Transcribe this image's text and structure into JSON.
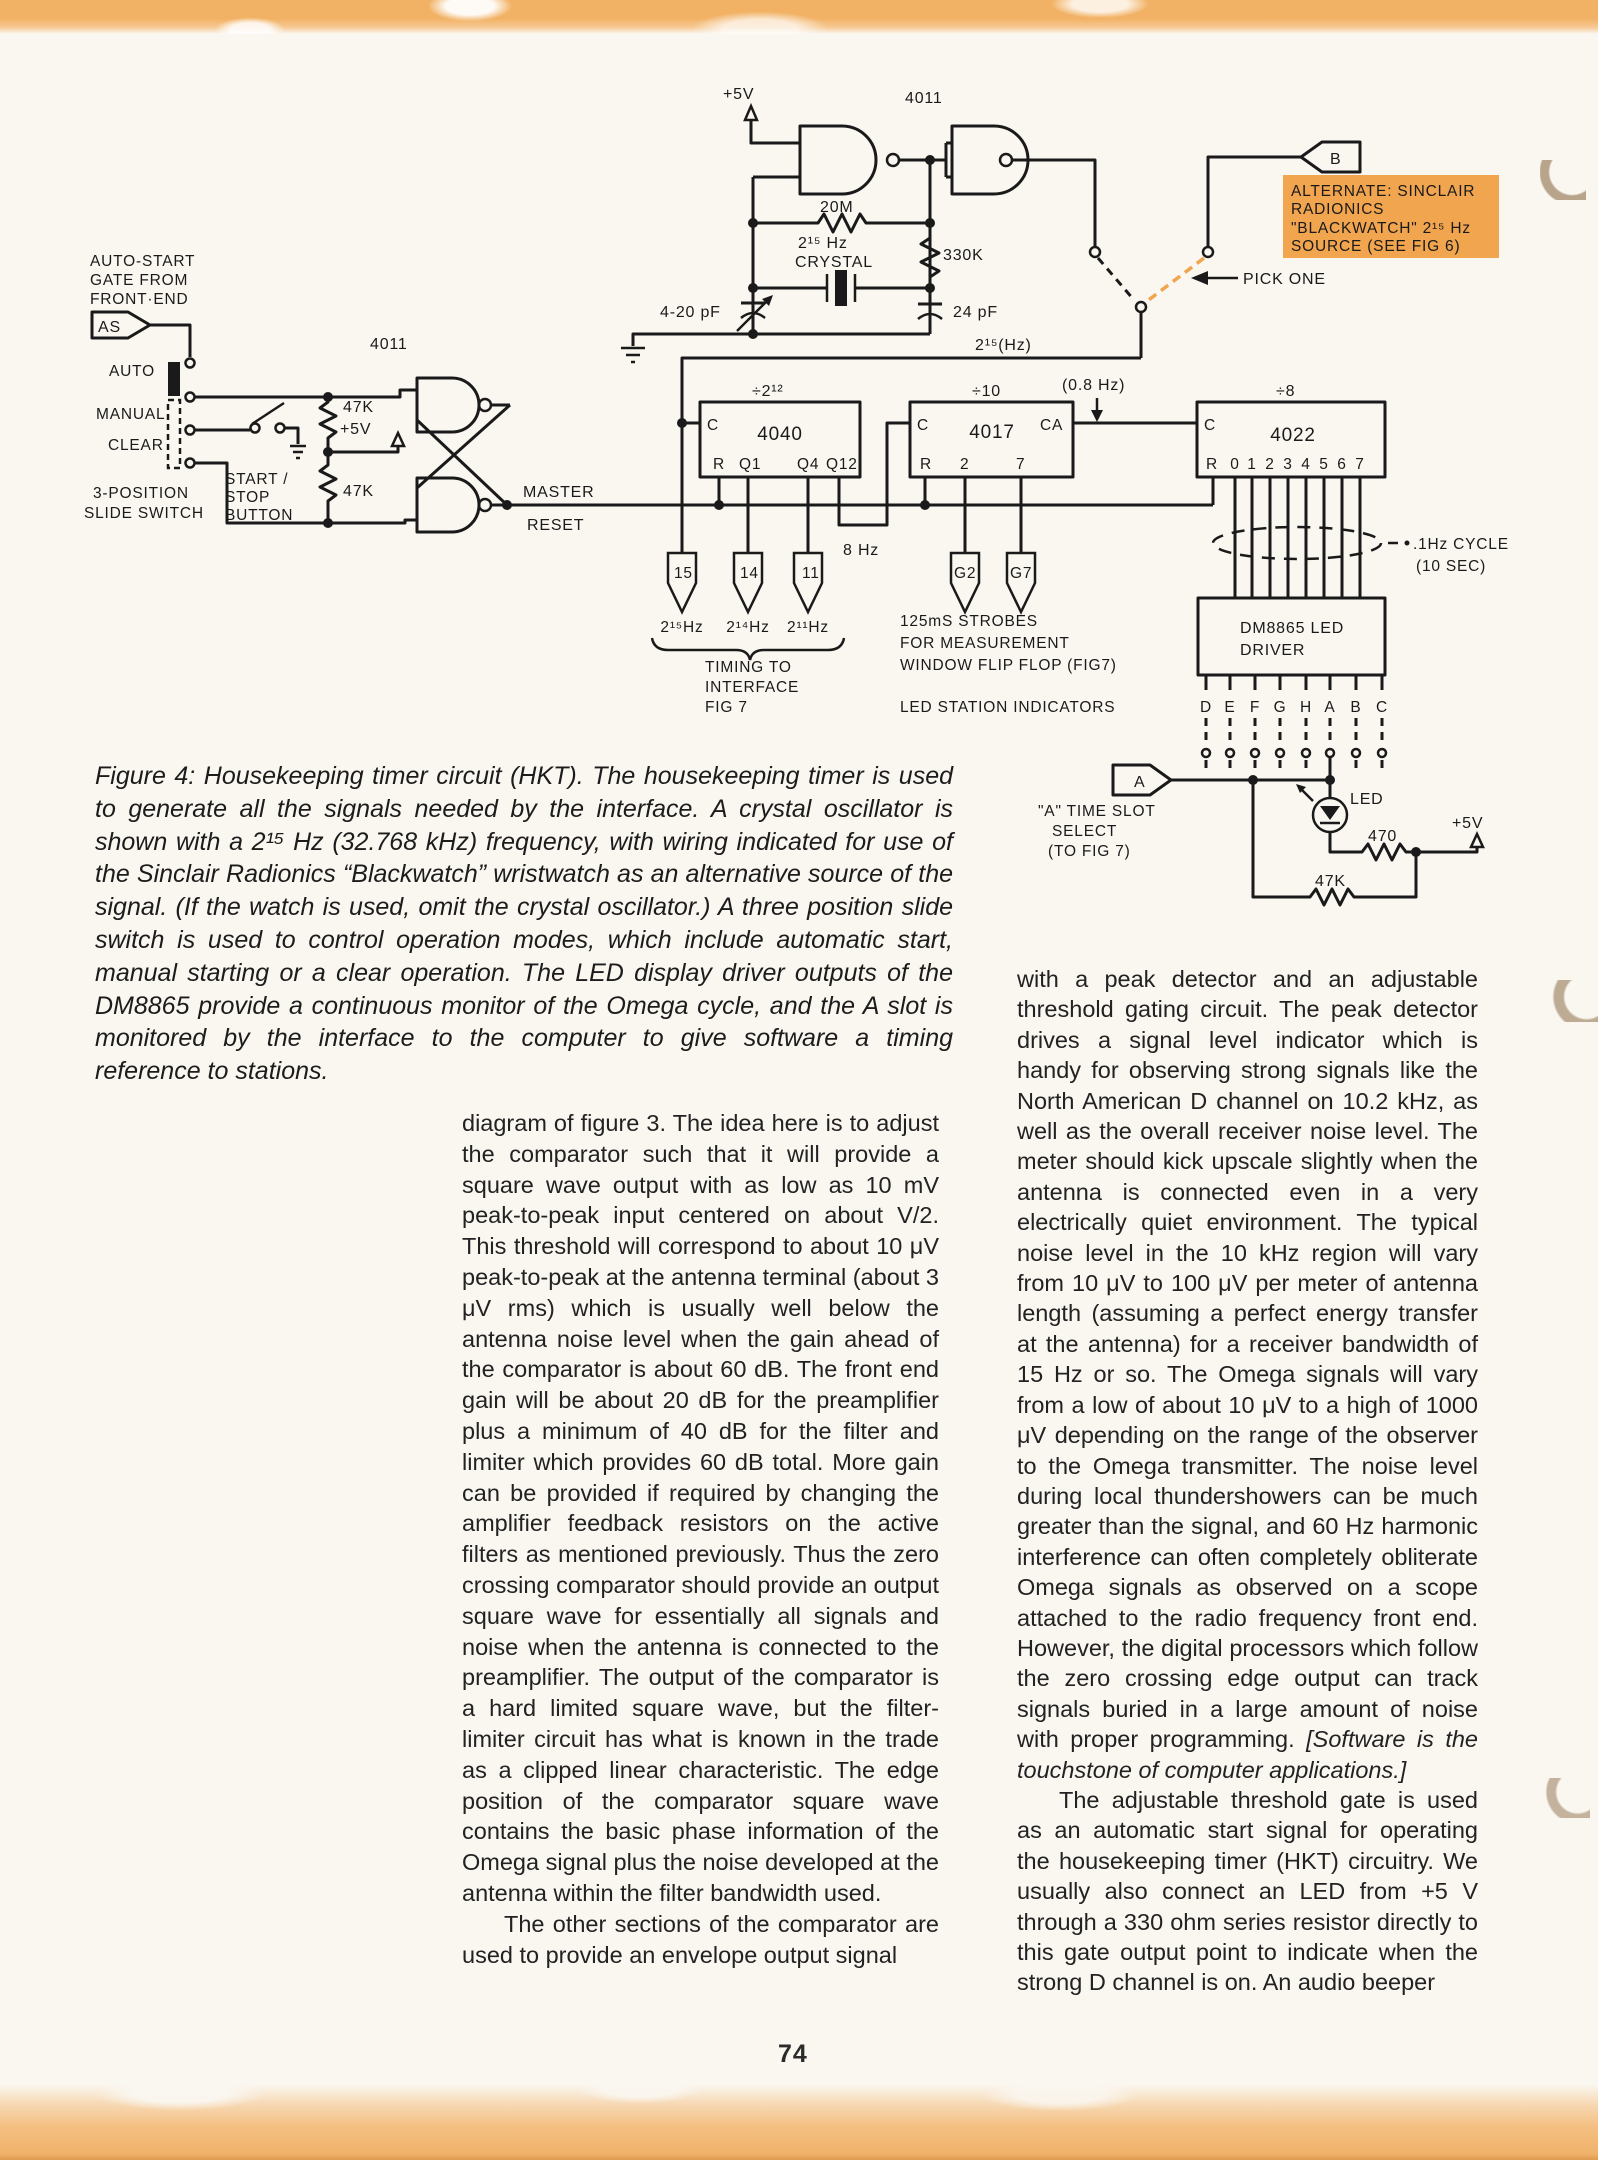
{
  "page": {
    "number": "74"
  },
  "colors": {
    "paper": "#faf7f1",
    "ink": "#1a1a1a",
    "highlight_orange": "#f2a54f",
    "edge_band_orange": "#f2b265"
  },
  "figure": {
    "caption": "Figure 4: Housekeeping timer circuit (HKT). The housekeeping timer is used to generate all the signals needed by the interface. A crystal oscillator is shown with a 2¹⁵ Hz (32.768 kHz) frequency, with wiring indicated for use of the Sinclair Radionics “Blackwatch” wristwatch as an alternative source of the signal. (If the watch is used, omit the crystal oscillator.) A three position slide switch is used to control operation modes, which include automatic start, manual starting or a clear operation. The LED display driver outputs of the DM8865 provide a continuous monitor of the Omega cycle, and the A slot is monitored by the interface to the computer to give software a timing reference to stations."
  },
  "schematic": {
    "labels": {
      "plus5v_osc": "+5V",
      "ic4011_osc": "4011",
      "r20m": "20M",
      "xtal_freq": "2¹⁵ Hz",
      "xtal": "CRYSTAL",
      "r330k": "330K",
      "trim": "4-20 pF",
      "c24": "24 pF",
      "flag_b": "B",
      "alt1": "ALTERNATE: SINCLAIR",
      "alt2": "RADIONICS",
      "alt3": "\"BLACKWATCH\" 2¹⁵ Hz",
      "alt4": "SOURCE (SEE FIG 6)",
      "pick_one": "PICK ONE",
      "bus_freq": "2¹⁵(Hz)",
      "as1": "AUTO-START",
      "as2": "GATE FROM",
      "as3": "FRONT·END",
      "flag_as": "AS",
      "auto": "AUTO",
      "manual": "MANUAL",
      "clear": "CLEAR",
      "r47k_a": "47K",
      "plus5v_sw": "+5V",
      "r47k_b": "47K",
      "sw1": "3-POSITION",
      "sw2": "SLIDE SWITCH",
      "btn1": "START /",
      "btn2": "STOP",
      "btn3": "BUTTON",
      "ic4011_latch": "4011",
      "master": "MASTER",
      "reset": "RESET",
      "div4040": "÷2¹²",
      "ic4040": "4040",
      "c4040": "C",
      "r4040": "R",
      "q1": "Q1",
      "q4": "Q4",
      "q12": "Q12",
      "div4017": "÷10",
      "ic4017": "4017",
      "c4017": "C",
      "ca": "CA",
      "r4017": "R",
      "p2": "2",
      "p7": "7",
      "hz8": "8 Hz",
      "hz08": "(0.8 Hz)",
      "div4022": "÷8",
      "ic4022": "4022",
      "c4022": "C",
      "r4022": "R",
      "digits": [
        "0",
        "1",
        "2",
        "3",
        "4",
        "5",
        "6",
        "7"
      ],
      "tag15": "15",
      "tag14": "14",
      "tag11": "11",
      "f15": "2¹⁵Hz",
      "f14": "2¹⁴Hz",
      "f11": "2¹¹Hz",
      "tim1": "TIMING TO",
      "tim2": "INTERFACE",
      "tim3": "FIG 7",
      "tagg2": "G2",
      "tagg7": "G7",
      "str1": "125mS  STROBES",
      "str2": "FOR MEASUREMENT",
      "str3": "WINDOW FLIP FLOP (FIG7)",
      "led_station": "LED STATION INDICATORS",
      "cyc1": ".1Hz CYCLE",
      "cyc2": "(10 SEC)",
      "dm1": "DM8865 LED",
      "dm2": "DRIVER",
      "led_pins": [
        "D",
        "E",
        "F",
        "G",
        "H",
        "A",
        "B",
        "C"
      ],
      "flag_a": "A",
      "slot1": "\"A\" TIME SLOT",
      "slot2": "SELECT",
      "slot3": "(TO FIG 7)",
      "led": "LED",
      "r470": "470",
      "plus5v_led": "+5V",
      "r47k_led": "47K"
    }
  },
  "body": {
    "left": {
      "para1": "diagram of figure 3. The idea here is to adjust the comparator such that it will provide a square wave output with as low as 10 mV peak-to-peak input centered on about V/2. This threshold will correspond to about 10 μV peak-to-peak at the antenna terminal (about 3 μV rms) which is usually well below the antenna noise level when the gain ahead of the comparator is about 60 dB. The front end gain will be about 20 dB for the preamplifier plus a minimum of 40 dB for the filter and limiter which provides 60 dB total. More gain can be provided if required by changing the amplifier feedback resistors on the active filters as mentioned previously. Thus the zero crossing comparator should provide an output square wave for essentially all signals and noise when the antenna is connected to the preamplifier. The output of the comparator is a hard limited square wave, but the filter-limiter circuit has what is known in the trade as a clipped linear characteristic. The edge position of the comparator square wave contains the basic phase information of the Omega signal plus the noise developed at the antenna within the filter bandwidth used.",
      "para2": "The other sections of the comparator are used to provide an envelope output signal"
    },
    "right": {
      "para1a": "with a peak detector and an adjustable threshold gating circuit. The peak detector drives a signal level indicator which is handy for observing strong signals like the North American D channel on 10.2 kHz, as well as the overall receiver noise level. The meter should kick upscale slightly when the antenna is connected even in a very electrically quiet environment. The typical noise level in the 10 kHz region will vary from 10 μV to 100 μV per meter of antenna length (assuming a perfect energy transfer at the antenna) for a receiver bandwidth of 15 Hz or so. The Omega signals will vary from a low of about 10 μV to a high of 1000 μV depending on the range of the observer to the Omega transmitter. The noise level during local thundershowers can be much greater than the signal, and 60 Hz harmonic interference can often completely obliterate Omega signals as observed on a scope attached to the radio frequency front end. However, the digital processors which follow the zero crossing edge output can track signals buried in a large amount of noise with proper programming. ",
      "para1b": "[Software is the touchstone of computer applications.]",
      "para2": "The adjustable threshold gate is used as an automatic start signal for operating the housekeeping timer (HKT) circuitry. We usually also connect an LED from +5 V through a 330 ohm series resistor directly to this gate output point to indicate when the strong D channel is on. An audio beeper"
    }
  }
}
